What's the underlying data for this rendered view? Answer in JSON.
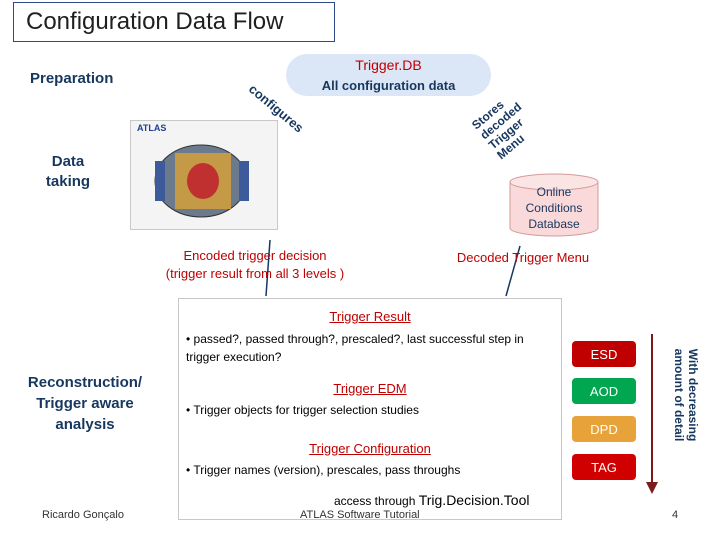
{
  "title": "Configuration Data Flow",
  "preparation": "Preparation",
  "trigger_db": {
    "title": "Trigger.DB",
    "subtitle": "All configuration data"
  },
  "configures": "configures",
  "stores": "Stores decoded Trigger Menu",
  "data_taking": "Data taking",
  "detector_label": "ATLAS",
  "online_db": "Online Conditions Database",
  "encoded": {
    "line1": "Encoded trigger decision",
    "line2": "(trigger result from all 3 levels )"
  },
  "decoded_menu": "Decoded Trigger Menu",
  "reconstruction": "Reconstruction/ Trigger aware analysis",
  "trigger_result": {
    "title": "Trigger Result",
    "text": "• passed?, passed through?, prescaled?, last successful step in trigger execution?"
  },
  "trigger_edm": {
    "title": "Trigger EDM",
    "text": "• Trigger objects for trigger selection studies"
  },
  "trigger_config": {
    "title": "Trigger Configuration",
    "text": "• Trigger names (version), prescales, pass throughs"
  },
  "access": {
    "prefix": "access through ",
    "tool": "Trig.Decision.Tool"
  },
  "formats": [
    {
      "label": "ESD",
      "color": "#c00000"
    },
    {
      "label": "AOD",
      "color": "#00a650"
    },
    {
      "label": "DPD",
      "color": "#e8a23a"
    },
    {
      "label": "TAG",
      "color": "#d00000"
    }
  ],
  "detail_label": "With decreasing amount of detail",
  "footer": {
    "author": "Ricardo Gonçalo",
    "center": "ATLAS Software Tutorial",
    "page": "4"
  }
}
